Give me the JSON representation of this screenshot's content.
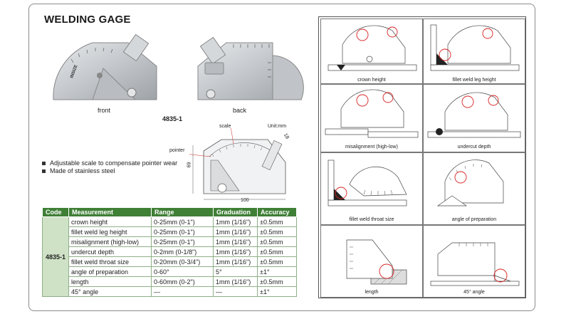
{
  "title": "WELDING GAGE",
  "photos": {
    "front_label": "front",
    "back_label": "back"
  },
  "model": "4835-1",
  "drawing": {
    "unit": "Unit:mm",
    "scale_label": "scale",
    "pointer_label": "pointer",
    "dim_height": "69",
    "dim_width": "100",
    "dim_side": "18",
    "brand": "INSIZE"
  },
  "features": [
    "Adjustable scale to compensate pointer wear",
    "Made of stainless steel"
  ],
  "table": {
    "headers": [
      "Code",
      "Measurement",
      "Range",
      "Graduation",
      "Accuracy"
    ],
    "code": "4835-1",
    "rows": [
      [
        "crown height",
        "0-25mm (0-1\")",
        "1mm (1/16\")",
        "±0.5mm"
      ],
      [
        "fillet weld leg height",
        "0-25mm (0-1\")",
        "1mm (1/16\")",
        "±0.5mm"
      ],
      [
        "misalignment (high-low)",
        "0-25mm (0-1\")",
        "1mm (1/16\")",
        "±0.5mm"
      ],
      [
        "undercut depth",
        "0-2mm (0-1/8\")",
        "1mm (1/16\")",
        "±0.5mm"
      ],
      [
        "fillet weld throat size",
        "0-20mm (0-3/4\")",
        "1mm (1/16\")",
        "±0.5mm"
      ],
      [
        "angle of preparation",
        "0-60°",
        "5°",
        "±1°"
      ],
      [
        "length",
        "0-60mm (0-2\")",
        "1mm (1/16\")",
        "±0.5mm"
      ],
      [
        "45° angle",
        "—",
        "—",
        "±1°"
      ]
    ]
  },
  "diagrams": [
    {
      "label": "crown height"
    },
    {
      "label": "fillet weld leg height"
    },
    {
      "label": "misalignment (high-low)"
    },
    {
      "label": "undercut depth"
    },
    {
      "label": "fillet weld throat size"
    },
    {
      "label": "angle of preparation"
    },
    {
      "label": "length"
    },
    {
      "label": "45° angle"
    }
  ],
  "colors": {
    "header_green": "#3f7f36",
    "code_cell": "#cfe2c6",
    "highlight_red": "#d62020",
    "metal": "#c9ccd0"
  }
}
